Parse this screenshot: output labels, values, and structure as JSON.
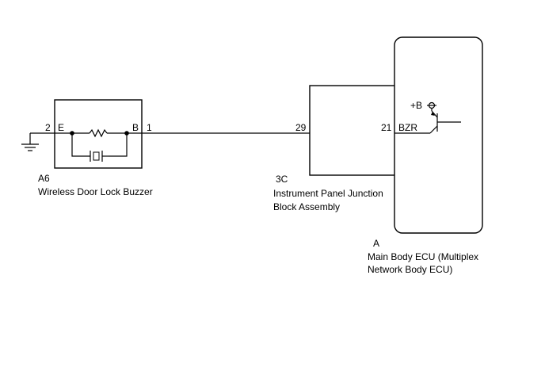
{
  "components": {
    "buzzer": {
      "code": "A6",
      "name": "Wireless Door Lock Buzzer",
      "left_pin": "2",
      "left_terminal": "E",
      "right_terminal": "B",
      "right_pin": "1"
    },
    "junction": {
      "code": "3C",
      "name_line1": "Instrument Panel Junction",
      "name_line2": "Block Assembly",
      "pin": "29"
    },
    "ecu": {
      "code": "A",
      "name_line1": "Main Body ECU (Multiplex",
      "name_line2": "Network Body ECU)",
      "pin": "21",
      "terminal": "BZR",
      "supply": "+B"
    }
  }
}
